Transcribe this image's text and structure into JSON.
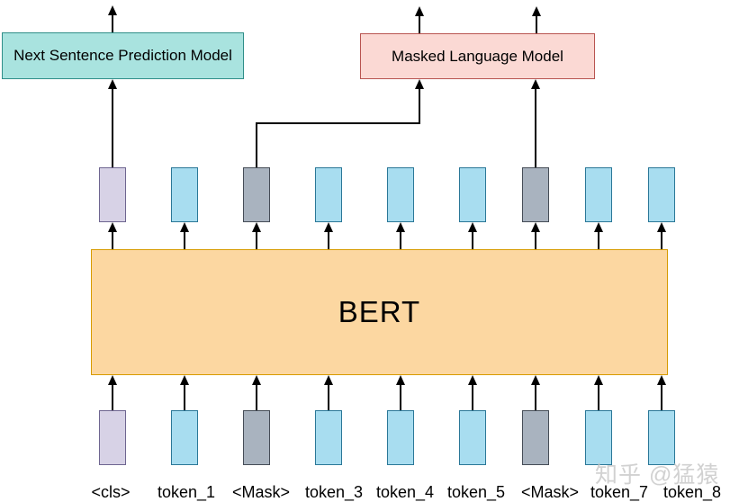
{
  "models": {
    "nsp_label": "Next Sentence Prediction Model",
    "mlm_label": "Masked Language Model"
  },
  "bert": {
    "label": "BERT"
  },
  "tokens": {
    "labels": [
      "<cls>",
      "token_1",
      "<Mask>",
      "token_3",
      "token_4",
      "token_5",
      "<Mask>",
      "token_7",
      "token_8"
    ],
    "types": [
      "cls",
      "token",
      "mask",
      "token",
      "token",
      "token",
      "mask",
      "token",
      "token"
    ]
  },
  "watermark": "知乎 @猛猿",
  "colors": {
    "nsp-fill": "#a9e3df",
    "nsp-border": "#2f8e89",
    "mlm-fill": "#fbd9d4",
    "mlm-border": "#b85450",
    "bert-fill": "#fcd7a1",
    "bert-border": "#d79b00",
    "cls-fill": "#d7d2e6",
    "cls-border": "#6e6590",
    "token-fill": "#a8ddf0",
    "token-border": "#2a7797",
    "mask-fill": "#a9b3bf",
    "mask-border": "#454c56",
    "line": "#000000",
    "watermark-color": "#c6c6c6"
  }
}
